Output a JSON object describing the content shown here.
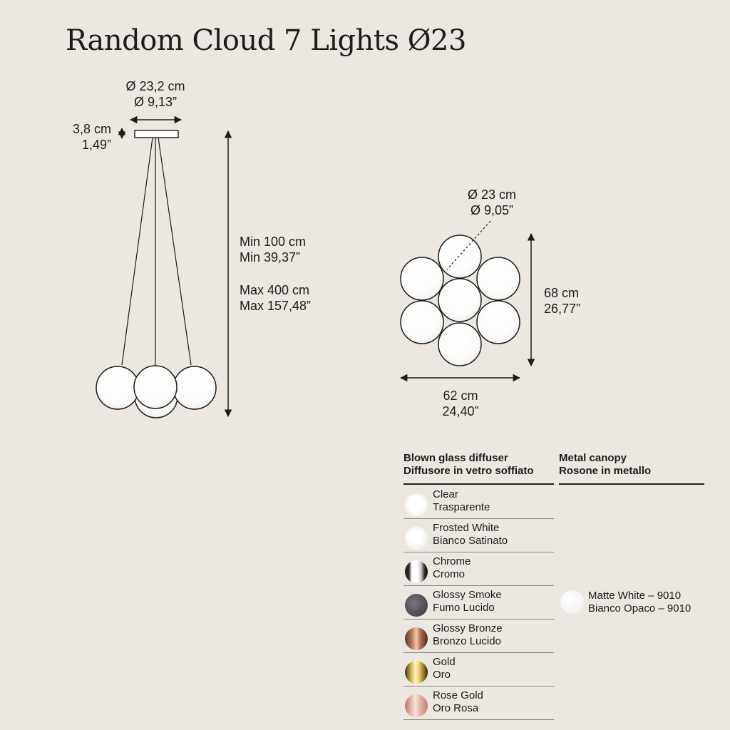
{
  "title": "Random Cloud 7 Lights Ø23",
  "dims": {
    "canopy_d_cm": "Ø 23,2 cm",
    "canopy_d_in": "Ø 9,13”",
    "canopy_h_cm": "3,8 cm",
    "canopy_h_in": "1,49”",
    "min_cm": "Min 100 cm",
    "min_in": "Min 39,37”",
    "max_cm": "Max 400 cm",
    "max_in": "Max 157,48”",
    "globe_d_cm": "Ø 23 cm",
    "globe_d_in": "Ø 9,05”",
    "height_cm": "68 cm",
    "height_in": "26,77”",
    "width_cm": "62 cm",
    "width_in": "24,40”"
  },
  "finishes": {
    "diffuser_heading": [
      "Blown glass diffuser",
      "Diffusore in vetro soffiato"
    ],
    "canopy_heading": [
      "Metal canopy",
      "Rosone in metallo"
    ],
    "diffusers": [
      {
        "en": "Clear",
        "it": "Trasparente",
        "swatch": "clear"
      },
      {
        "en": "Frosted White",
        "it": "Bianco Satinato",
        "swatch": "frosted"
      },
      {
        "en": "Chrome",
        "it": "Cromo",
        "swatch": "chrome"
      },
      {
        "en": "Glossy Smoke",
        "it": "Fumo Lucido",
        "swatch": "smoke"
      },
      {
        "en": "Glossy Bronze",
        "it": "Bronzo Lucido",
        "swatch": "bronze"
      },
      {
        "en": "Gold",
        "it": "Oro",
        "swatch": "gold"
      },
      {
        "en": "Rose Gold",
        "it": "Oro Rosa",
        "swatch": "rosegold"
      }
    ],
    "canopy": {
      "en": "Matte White – 9010",
      "it": "Bianco Opaco – 9010"
    }
  }
}
